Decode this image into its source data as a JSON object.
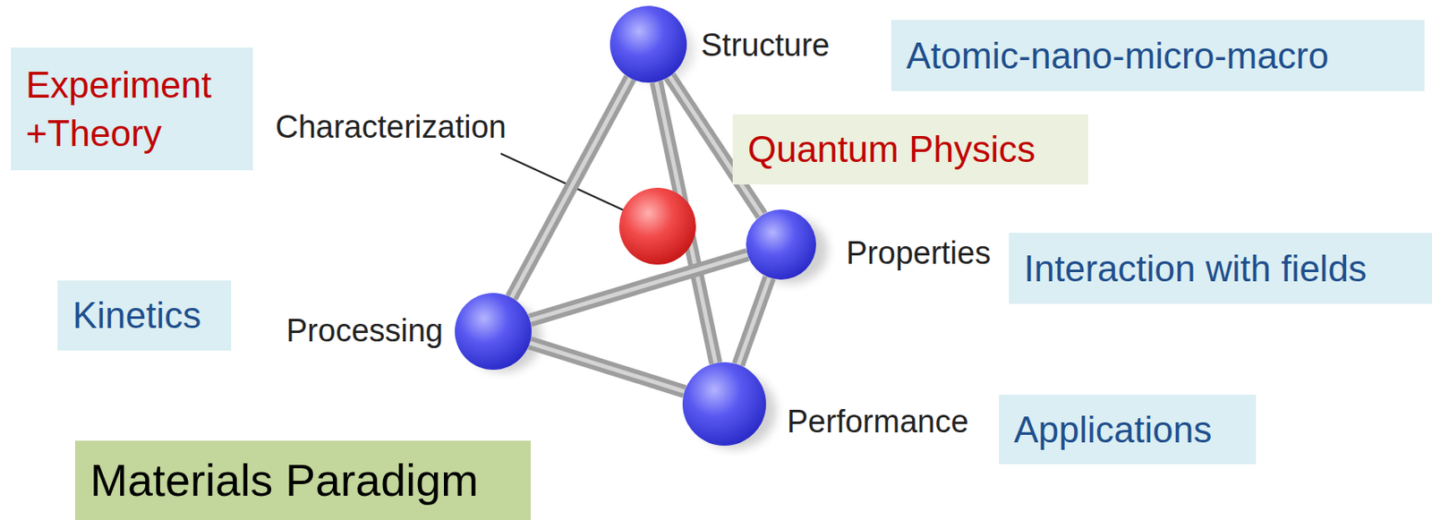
{
  "diagram": {
    "nodes": [
      {
        "text": [
          "Structure"
        ]
      },
      {
        "text": [
          "Atomic-nano-micro-macro"
        ]
      },
      {
        "text": [
          "Experiment +Theory"
        ]
      },
      {
        "text": [
          "Characterization"
        ]
      },
      {
        "text": [
          "Quantum Physics"
        ]
      },
      {
        "text": [
          "Properties"
        ]
      },
      {
        "text": [
          "Interaction with fields"
        ]
      },
      {
        "text": [
          "Kinetics"
        ]
      },
      {
        "text": [
          "Processing"
        ]
      },
      {
        "text": [
          "Performance"
        ]
      },
      {
        "text": [
          "Applications"
        ]
      },
      {
        "text": [
          "Materials Paradigm"
        ]
      }
    ],
    "edges": [
      {
        "from": 0,
        "to": 8,
        "arrow": "none"
      },
      {
        "from": 0,
        "to": 9,
        "arrow": "none"
      },
      {
        "from": 0,
        "to": 5,
        "arrow": "none"
      },
      {
        "from": 8,
        "to": 5,
        "arrow": "none"
      },
      {
        "from": 8,
        "to": 9,
        "arrow": "none"
      },
      {
        "from": 5,
        "to": 9,
        "arrow": "none"
      }
    ]
  }
}
